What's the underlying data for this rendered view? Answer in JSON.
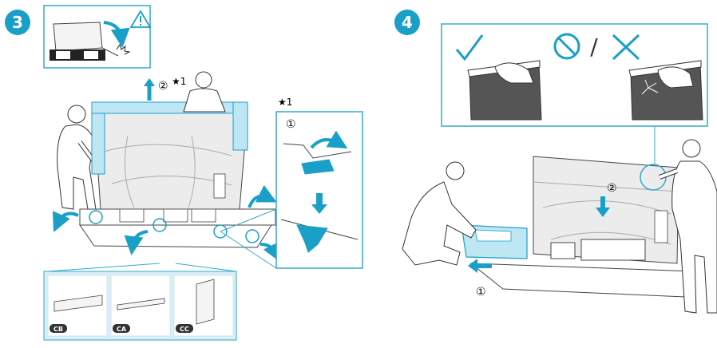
{
  "steps": [
    {
      "number": "3",
      "warning_icon": "warning-triangle-icon",
      "lift_substep": "②",
      "lift_note": "★1",
      "detail": {
        "note": "★1",
        "substep": "①",
        "direction_icon": "arrow-down-icon"
      },
      "parts": [
        {
          "code": "CB"
        },
        {
          "code": "CA"
        },
        {
          "code": "CC"
        }
      ]
    },
    {
      "number": "4",
      "correct_icon": "checkmark-icon",
      "wrong_icons": [
        "prohibited-icon",
        "cross-icon"
      ],
      "separator": "/",
      "substep_slide": "①",
      "substep_lower": "②"
    }
  ],
  "colors": {
    "accent": "#1aa0c8",
    "accent_fill": "#bfe6f3",
    "panel_border": "#33aacc",
    "parts_bg": "#d9eef6",
    "badge": "#333333",
    "screen_dark": "#555555"
  }
}
